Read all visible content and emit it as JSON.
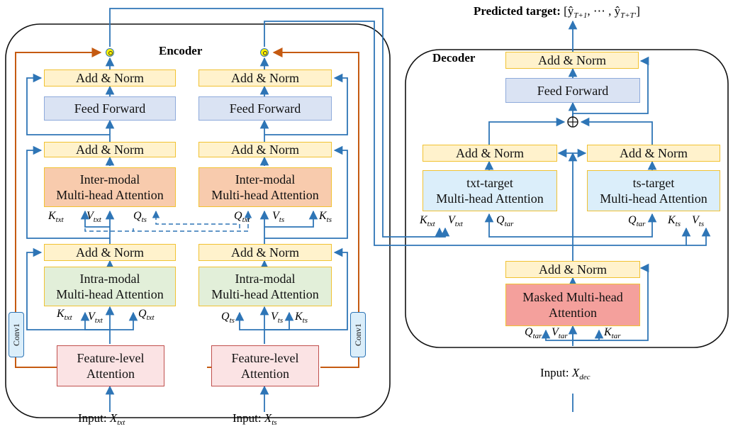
{
  "encoder": {
    "title": "Encoder",
    "text_stream": {
      "add_norm_top": "Add & Norm",
      "feed_forward": "Feed Forward",
      "add_norm_mid": "Add & Norm",
      "inter_modal_1": "Inter-modal",
      "inter_modal_2": "Multi-head Attention",
      "add_norm_low": "Add & Norm",
      "intra_modal_1": "Intra-modal",
      "intra_modal_2": "Multi-head Attention",
      "feature_1": "Feature-level",
      "feature_2": "Attention",
      "conv": "Conv1",
      "input_prefix": "Input: ",
      "input_var": "X",
      "input_sub": "txt"
    },
    "ts_stream": {
      "add_norm_top": "Add & Norm",
      "feed_forward": "Feed Forward",
      "add_norm_mid": "Add & Norm",
      "inter_modal_1": "Inter-modal",
      "inter_modal_2": "Multi-head Attention",
      "add_norm_low": "Add & Norm",
      "intra_modal_1": "Intra-modal",
      "intra_modal_2": "Multi-head Attention",
      "feature_1": "Feature-level",
      "feature_2": "Attention",
      "conv": "Conv1",
      "input_prefix": "Input: ",
      "input_var": "X",
      "input_sub": "ts"
    }
  },
  "decoder": {
    "title": "Decoder",
    "output_prefix": "Predicted target: ",
    "output_formula": "[ŷ",
    "output_sub1": "T+1",
    "output_mid": ", ⋯ , ŷ",
    "output_sub2": "T+T′",
    "output_close": "]",
    "add_norm_top": "Add & Norm",
    "feed_forward": "Feed Forward",
    "add_norm_left": "Add & Norm",
    "add_norm_right": "Add & Norm",
    "txt_target_1": "txt-target",
    "txt_target_2": "Multi-head Attention",
    "ts_target_1": "ts-target",
    "ts_target_2": "Multi-head Attention",
    "add_norm_bottom": "Add & Norm",
    "masked_1": "Masked Multi-head",
    "masked_2": "Attention",
    "input_prefix": "Input: ",
    "input_var": "X",
    "input_sub": "dec"
  },
  "symbols": {
    "K": "K",
    "V": "V",
    "Q": "Q",
    "txt": "txt",
    "ts": "ts",
    "tar": "tar",
    "oplus": "⊕"
  }
}
